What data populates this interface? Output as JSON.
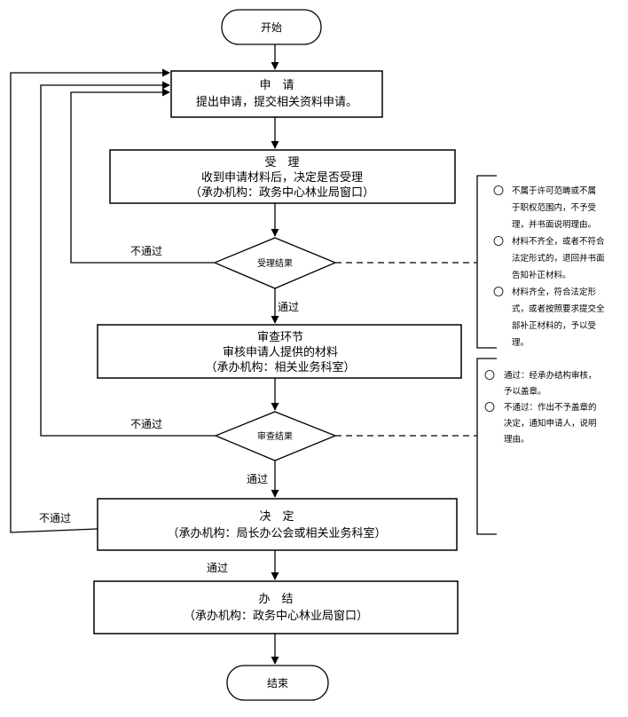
{
  "start": "开始",
  "apply": {
    "title": "申　请",
    "line1": "提出申请，提交相关资料申请。"
  },
  "accept": {
    "title": "受　理",
    "line1": "收到申请材料后，决定是否受理",
    "line2": "（承办机构：政务中心林业局窗口）"
  },
  "accept_decision": "受理结果",
  "review": {
    "title": "审查环节",
    "line1": "审核申请人提供的材料",
    "line2": "（承办机构：相关业务科室）"
  },
  "review_decision": "审查结果",
  "decide": {
    "title": "决　定",
    "line1": "（承办机构：局长办公会或相关业务科室）"
  },
  "finish": {
    "title": "办　结",
    "line1": "（承办机构：政务中心林业局窗口）"
  },
  "end": "结束",
  "labels": {
    "fail_accept": "不通过",
    "pass_accept": "通过",
    "fail_review": "不通过",
    "pass_review": "通过",
    "fail_decide": "不通过",
    "pass_decide": "通过"
  },
  "notes_accept": [
    {
      "num": "①",
      "lines": [
        "不属于许可范畴或不属",
        "于职权范围内，不予受",
        "理，并书面说明理由。"
      ]
    },
    {
      "num": "②",
      "lines": [
        "材料不齐全，或者不符合",
        "法定形式的，退回并书面",
        "告知补正材料。"
      ]
    },
    {
      "num": "①",
      "lines": [
        "材料齐全，符合法定形",
        "式，或者按照要求提交全",
        "部补正材料的，予以受",
        "理。"
      ]
    }
  ],
  "notes_review": [
    {
      "num": "①",
      "lines": [
        "通过：经承办结构审核，",
        "予以盖章。"
      ]
    },
    {
      "num": "②",
      "lines": [
        "不通过：作出不予盖章的",
        "决定，通知申请人，说明",
        "理由。"
      ]
    }
  ]
}
